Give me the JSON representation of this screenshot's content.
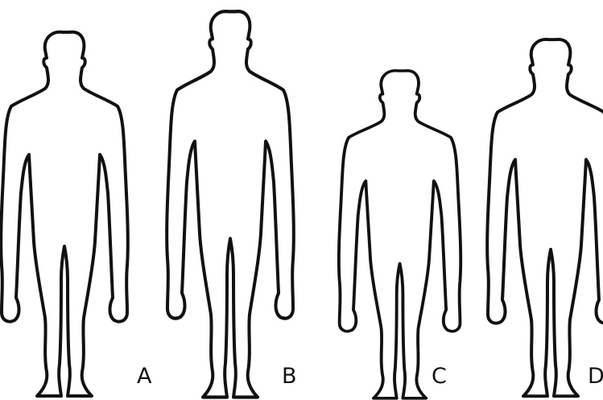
{
  "figures": [
    {
      "label": "A"
    },
    {
      "label": "B"
    },
    {
      "label": "C"
    },
    {
      "label": "D"
    }
  ],
  "colors": {
    "background": "#ffffff",
    "outline": "#111111"
  }
}
